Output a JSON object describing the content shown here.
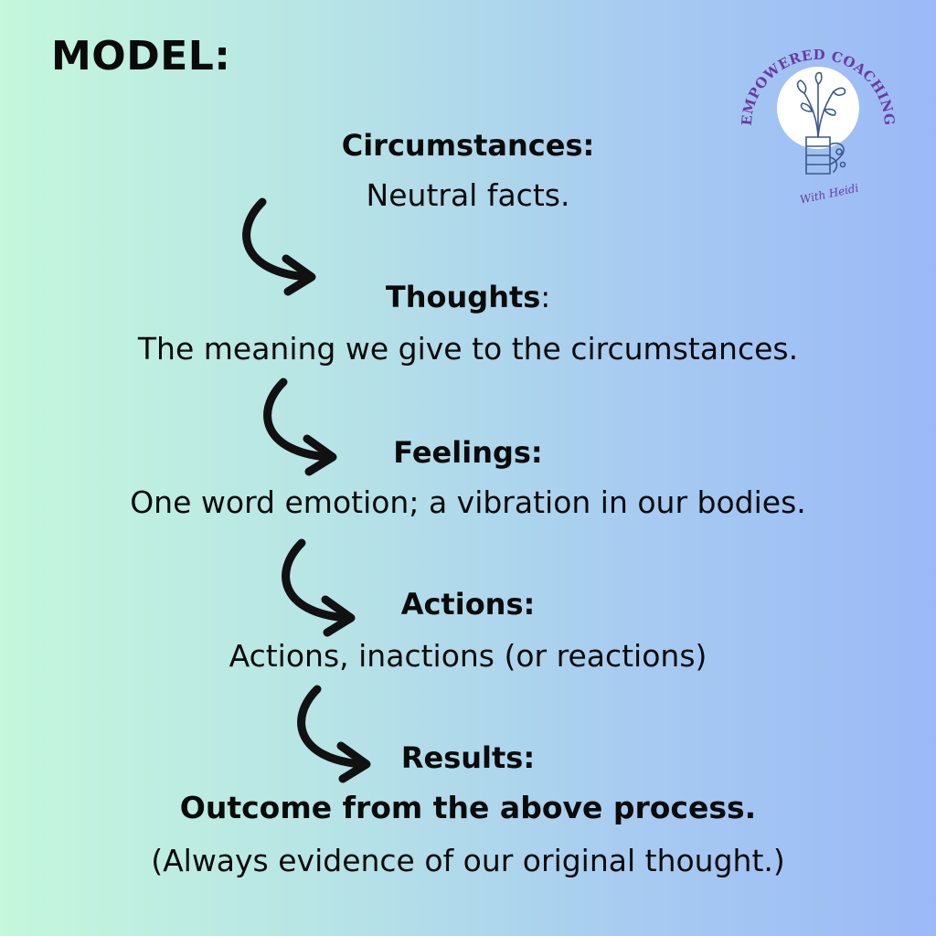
{
  "title": "MODEL:",
  "logo": {
    "text": "EMPOWERED COACHING",
    "signature": "With Heidi"
  },
  "steps": [
    {
      "title": "Circumstances:",
      "title_suffix": "",
      "description": "Neutral facts."
    },
    {
      "title": "Thoughts",
      "title_suffix": ":",
      "description": "The meaning we give to the circumstances."
    },
    {
      "title": "Feelings:",
      "title_suffix": "",
      "description": "One word emotion; a vibration in our bodies."
    },
    {
      "title": "Actions:",
      "title_suffix": "",
      "description": "Actions, inactions (or reactions)"
    },
    {
      "title": "Results:",
      "title_suffix": "",
      "description": "Outcome from the above process.",
      "note": "(Always evidence of our original thought.)"
    }
  ]
}
